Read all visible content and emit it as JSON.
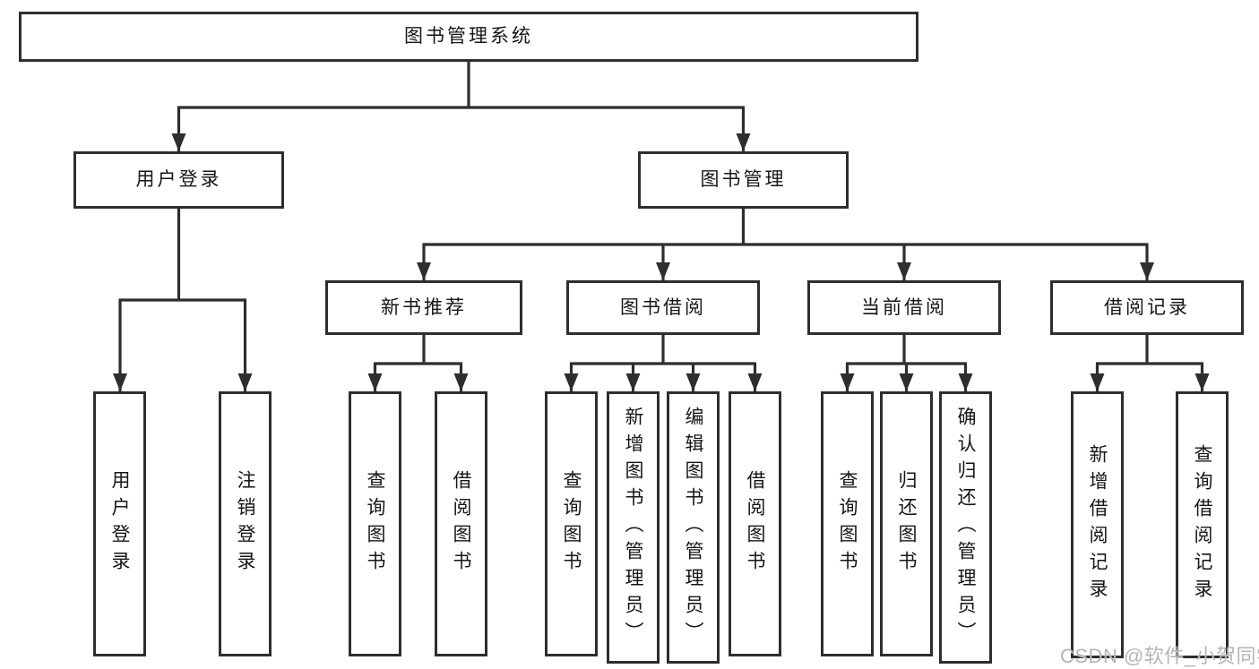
{
  "tree": {
    "root": {
      "label": "图书管理系统",
      "children": [
        {
          "label": "用户登录",
          "children": [
            {
              "label": "用户登录"
            },
            {
              "label": "注销登录"
            }
          ]
        },
        {
          "label": "图书管理",
          "children": [
            {
              "label": "新书推荐",
              "children": [
                {
                  "label": "查询图书"
                },
                {
                  "label": "借阅图书"
                }
              ]
            },
            {
              "label": "图书借阅",
              "children": [
                {
                  "label": "查询图书"
                },
                {
                  "label": "新增图书（管理员）"
                },
                {
                  "label": "编辑图书（管理员）"
                },
                {
                  "label": "借阅图书"
                }
              ]
            },
            {
              "label": "当前借阅",
              "children": [
                {
                  "label": "查询图书"
                },
                {
                  "label": "归还图书"
                },
                {
                  "label": "确认归还（管理员）"
                }
              ]
            },
            {
              "label": "借阅记录",
              "children": [
                {
                  "label": "新增借阅记录"
                },
                {
                  "label": "查询借阅记录"
                }
              ]
            }
          ]
        }
      ]
    }
  },
  "watermark": {
    "text": "CSDN @软件_小贺同学"
  },
  "colors": {
    "line": "#2e2e2e",
    "border": "#2e2e2e",
    "text": "#161616",
    "watermark": "#b5b5b5",
    "background": "#ffffff"
  }
}
